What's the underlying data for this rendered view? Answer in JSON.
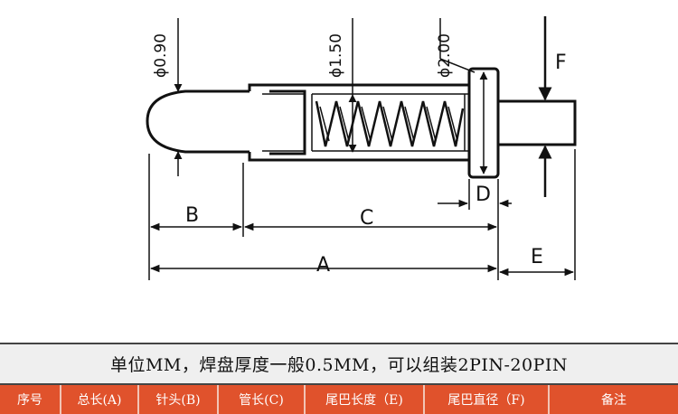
{
  "diagram": {
    "diameters": [
      "ϕ0.90",
      "ϕ1.50",
      "ϕ2.00"
    ],
    "dimensions": {
      "a": "A",
      "b": "B",
      "c": "C",
      "d": "D",
      "e": "E",
      "f": "F"
    }
  },
  "caption": "单位MM，焊盘厚度一般0.5MM，可以组装2PIN-20PIN",
  "table_header": [
    "序号",
    "总长(A)",
    "针头(B)",
    "管长(C)",
    "尾巴长度（E)",
    "尾巴直径（F)",
    "备注"
  ]
}
